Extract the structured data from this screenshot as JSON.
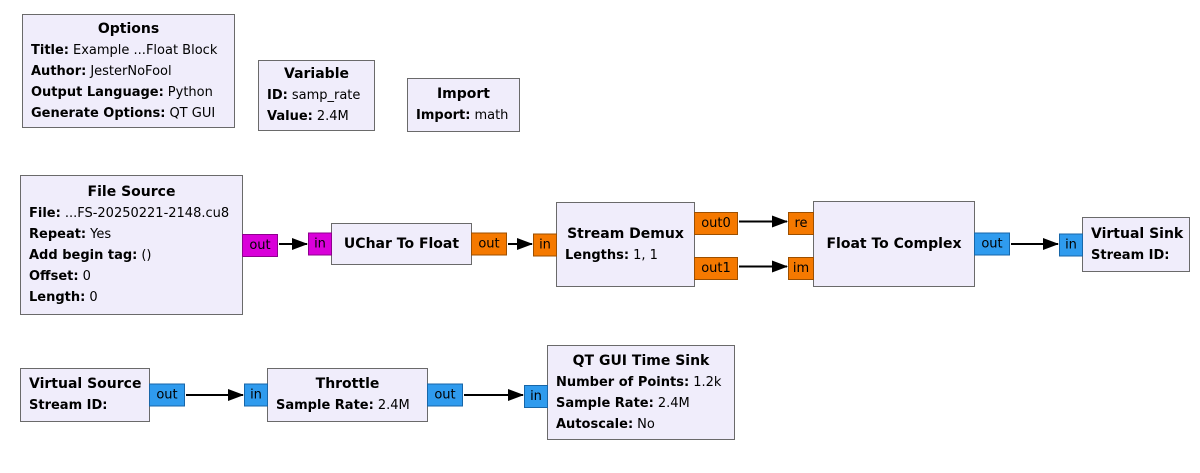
{
  "canvas": {
    "width": "1200",
    "height": "473"
  },
  "colors": {
    "block_fill": "#F0EDFB",
    "block_border": "#6A6A6A",
    "port_byte": "#D900D9",
    "port_float": "#F57900",
    "port_complex": "#2F9BEE",
    "wire": "#000000"
  },
  "port_labels": {
    "in": "in",
    "out": "out",
    "out0": "out0",
    "out1": "out1",
    "re": "re",
    "im": "im"
  },
  "blocks": {
    "options": {
      "title": "Options",
      "params": [
        {
          "name": "Title:",
          "value": "Example ...Float Block"
        },
        {
          "name": "Author:",
          "value": "JesterNoFool"
        },
        {
          "name": "Output Language:",
          "value": "Python"
        },
        {
          "name": "Generate Options:",
          "value": "QT GUI"
        }
      ]
    },
    "variable": {
      "title": "Variable",
      "params": [
        {
          "name": "ID:",
          "value": "samp_rate"
        },
        {
          "name": "Value:",
          "value": "2.4M"
        }
      ]
    },
    "import": {
      "title": "Import",
      "params": [
        {
          "name": "Import:",
          "value": "math"
        }
      ]
    },
    "file_source": {
      "title": "File Source",
      "params": [
        {
          "name": "File:",
          "value": "...FS-20250221-2148.cu8"
        },
        {
          "name": "Repeat:",
          "value": "Yes"
        },
        {
          "name": "Add begin tag:",
          "value": "()"
        },
        {
          "name": "Offset:",
          "value": "0"
        },
        {
          "name": "Length:",
          "value": "0"
        }
      ]
    },
    "uchar_to_float": {
      "title": "UChar To Float"
    },
    "stream_demux": {
      "title": "Stream Demux",
      "params": [
        {
          "name": "Lengths:",
          "value": "1, 1"
        }
      ]
    },
    "float_to_complex": {
      "title": "Float To Complex"
    },
    "virtual_sink": {
      "title": "Virtual Sink",
      "params": [
        {
          "name": "Stream ID:",
          "value": ""
        }
      ]
    },
    "virtual_source": {
      "title": "Virtual Source",
      "params": [
        {
          "name": "Stream ID:",
          "value": ""
        }
      ]
    },
    "throttle": {
      "title": "Throttle",
      "params": [
        {
          "name": "Sample Rate:",
          "value": "2.4M"
        }
      ]
    },
    "qt_gui_time_sink": {
      "title": "QT GUI Time Sink",
      "params": [
        {
          "name": "Number of Points:",
          "value": "1.2k"
        },
        {
          "name": "Sample Rate:",
          "value": "2.4M"
        },
        {
          "name": "Autoscale:",
          "value": "No"
        }
      ]
    }
  }
}
